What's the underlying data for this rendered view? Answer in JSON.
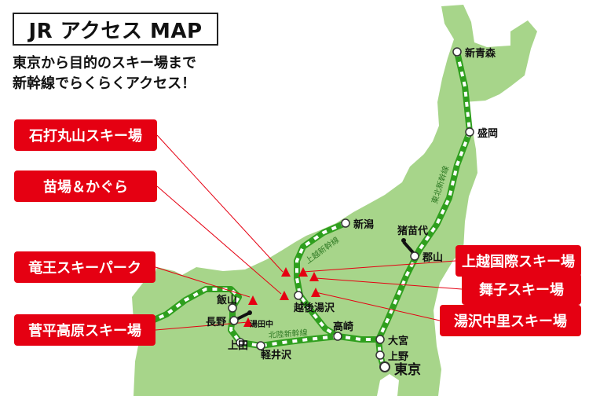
{
  "title": "JR アクセス MAP",
  "subtitle": {
    "line1": "東京から目的のスキー場まで",
    "line2": "新幹線でらくらくアクセス！"
  },
  "colors": {
    "land": "#a7d58a",
    "sea": "#ffffff",
    "rail": "#2f9f1e",
    "rail_dash": "#ffffff",
    "resort_red": "#e50012",
    "leader_line": "#e50012"
  },
  "lines": {
    "tohoku": "東北新幹線",
    "joetsu": "上越新幹線",
    "hokuriku": "北陸新幹線"
  },
  "stations": {
    "shin_aomori": "新青森",
    "morioka": "盛岡",
    "niigata": "新潟",
    "inawashiro": "猪苗代",
    "koriyama": "郡山",
    "echigo_yuzawa": "越後湯沢",
    "takasaki": "高崎",
    "omiya": "大宮",
    "ueno": "上野",
    "tokyo": "東京",
    "iiyama": "飯山",
    "nagano": "長野",
    "yudanaka": "湯田中",
    "ueda": "上田",
    "karuizawa": "軽井沢"
  },
  "resorts": {
    "ishiuchi": "石打丸山スキー場",
    "naeba": "苗場＆かぐら",
    "ryuoo": "竜王スキーパーク",
    "sugadaira": "菅平高原スキー場",
    "joetsu_kokusai": "上越国際スキー場",
    "maiko": "舞子スキー場",
    "yuzawa_nakazato": "湯沢中里スキー場"
  }
}
